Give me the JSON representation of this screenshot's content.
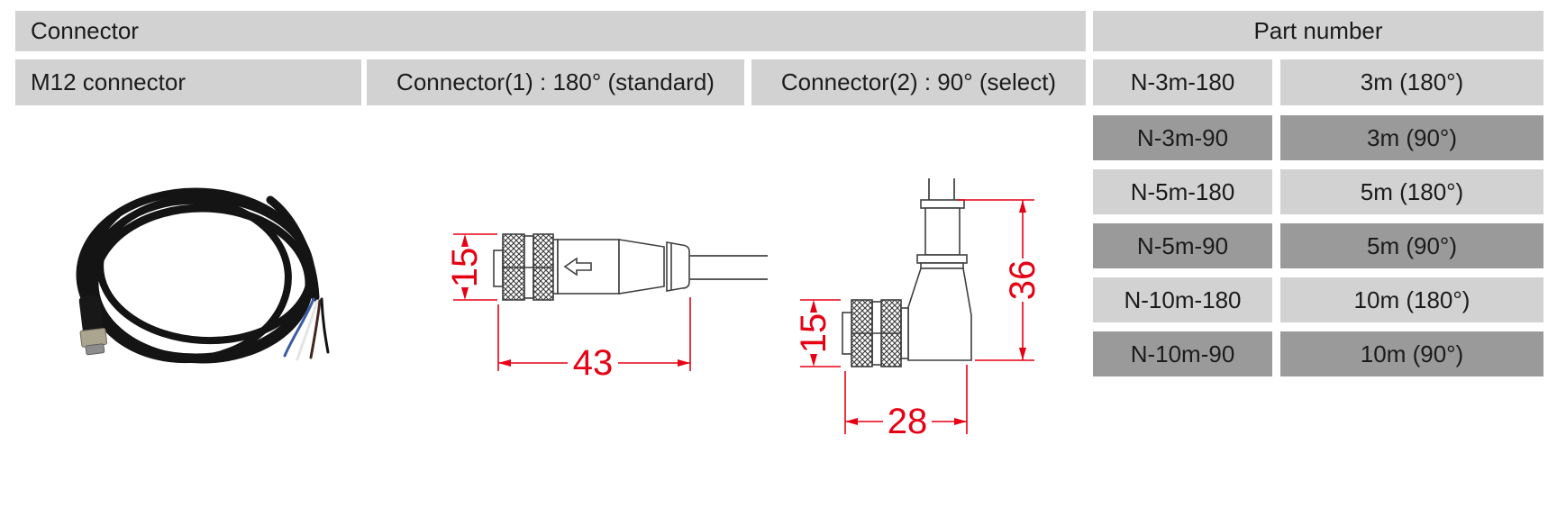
{
  "header": {
    "connector": "Connector",
    "part_number": "Part number"
  },
  "connector_row": {
    "type": "M12 connector",
    "option1": "Connector(1) : 180° (standard)",
    "option2": "Connector(2) : 90° (select)"
  },
  "part_table": {
    "rows": [
      {
        "part_number": "N-3m-180",
        "cable": "3m (180°)"
      },
      {
        "part_number": "N-3m-90",
        "cable": "3m (90°)"
      },
      {
        "part_number": "N-5m-180",
        "cable": "5m (180°)"
      },
      {
        "part_number": "N-5m-90",
        "cable": "5m (90°)"
      },
      {
        "part_number": "N-10m-180",
        "cable": "10m (180°)"
      },
      {
        "part_number": "N-10m-90",
        "cable": "10m (90°)"
      }
    ]
  },
  "drawings": {
    "straight": {
      "diameter": "15",
      "length": "43"
    },
    "right_angle": {
      "diameter": "15",
      "length": "28",
      "height": "36"
    }
  },
  "icons": {
    "photo": "m12-cable-photo",
    "straight_drawing": "straight-connector-drawing",
    "right_angle_drawing": "right-angle-connector-drawing"
  },
  "colors": {
    "cell_light": "#d2d2d2",
    "cell_dark": "#9a9a9a",
    "dimension_red": "#e60014",
    "drawing_line": "#3f3f3f"
  }
}
